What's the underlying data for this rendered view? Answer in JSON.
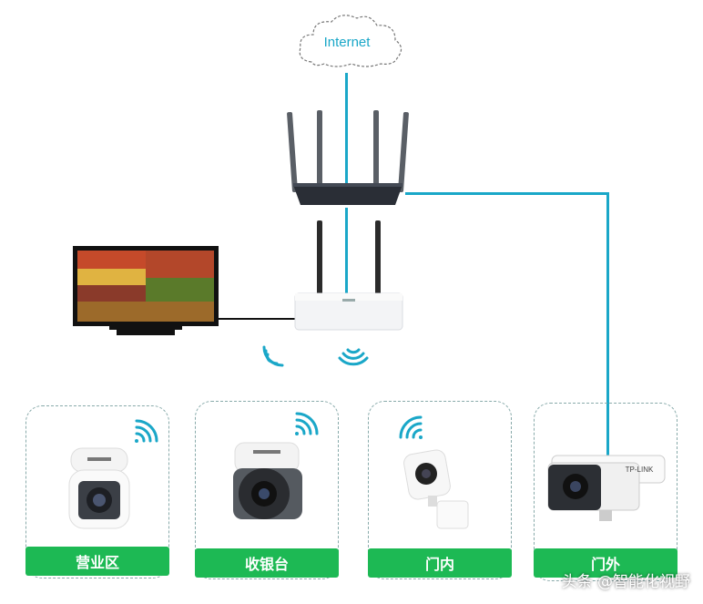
{
  "internet_label": "Internet",
  "devices": [
    {
      "label": "营业区"
    },
    {
      "label": "收银台"
    },
    {
      "label": "门内"
    },
    {
      "label": "门外"
    }
  ],
  "camera_brand": "TP-LINK",
  "watermark": "头条 @智能化视野",
  "colors": {
    "cable": "#1aa7c8",
    "label_bg": "#1db954",
    "wifi": "#1aa7c8"
  }
}
